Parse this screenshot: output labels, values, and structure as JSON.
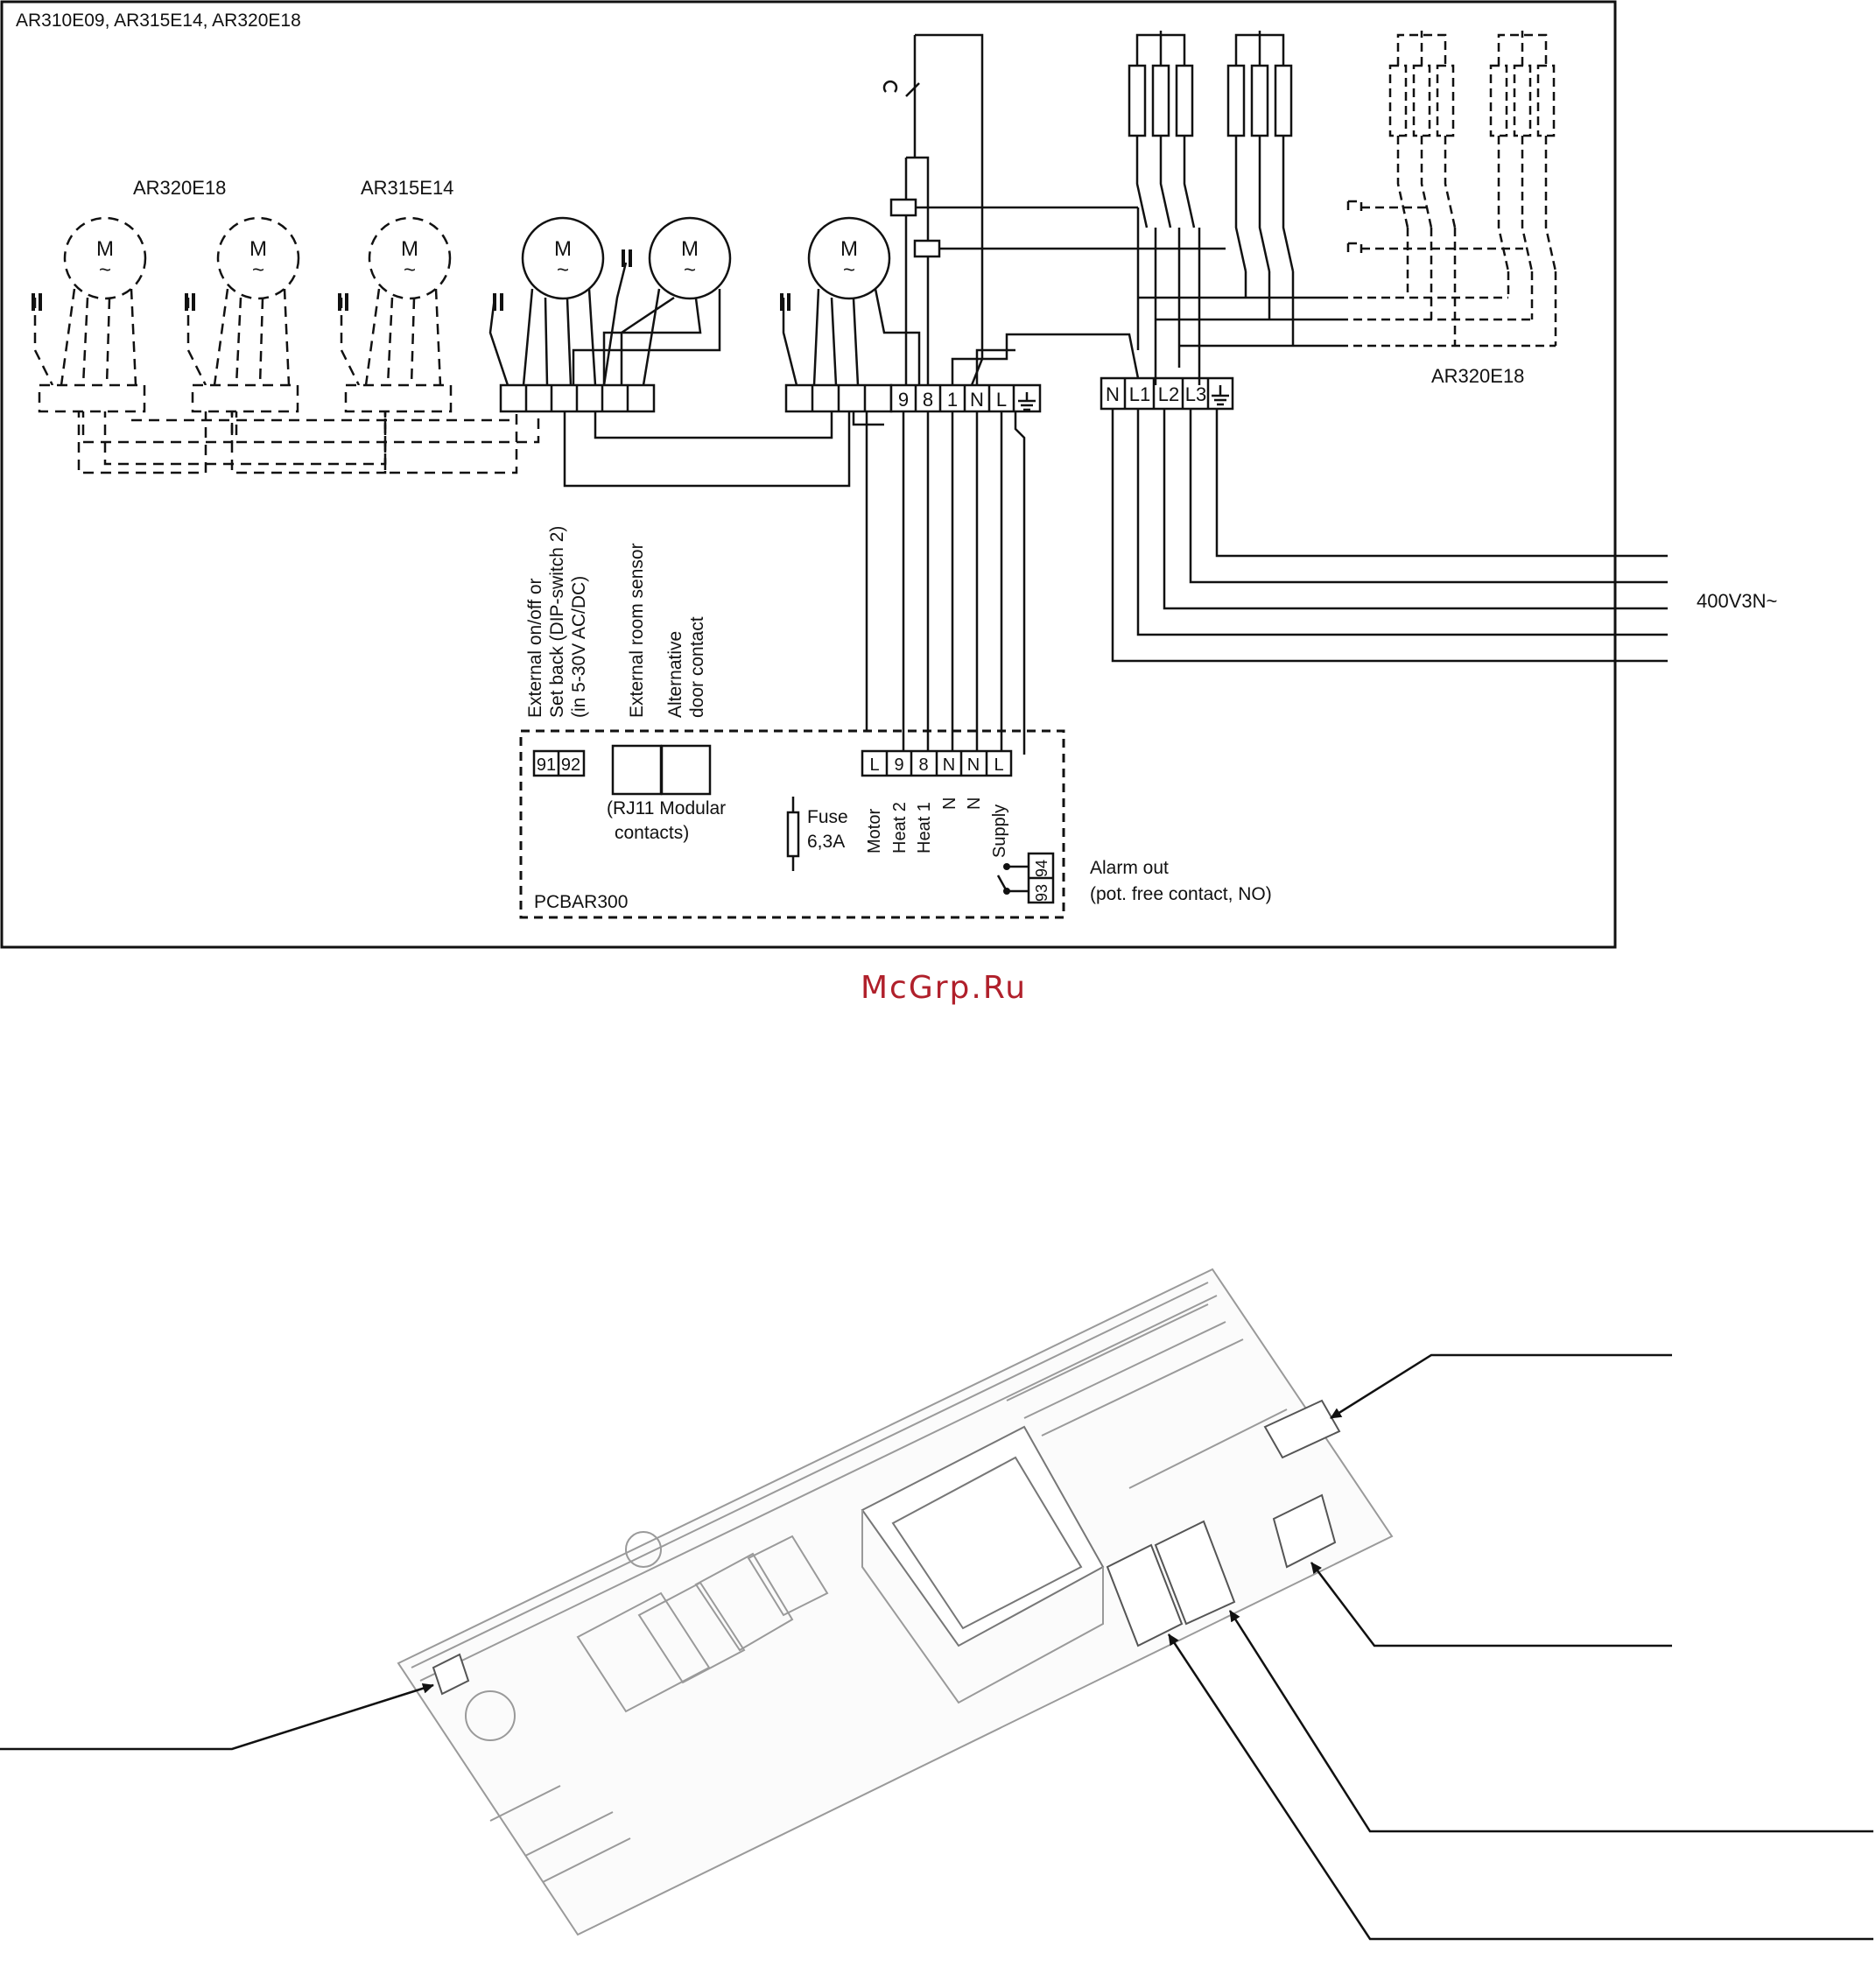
{
  "diagram": {
    "title": "AR310E09, AR315E14, AR320E18",
    "motor_symbol": "M",
    "ac_symbol": "~",
    "group_labels": {
      "ar320e18_motor": "AR320E18",
      "ar315e14_motor": "AR315E14",
      "ar320e18_heaters": "AR320E18"
    },
    "terminal_block_main": [
      "9",
      "8",
      "1",
      "N",
      "L"
    ],
    "terminal_block_supply": [
      "N",
      "L1",
      "L2",
      "L3"
    ],
    "supply_label": "400V3N~",
    "vertical_labels": [
      "External on/off or",
      "Set back (DIP-switch 2)",
      "(in 5-30V AC/DC)",
      "External room sensor",
      "Alternative",
      "door contact"
    ],
    "pcb": {
      "name": "PCBAR300",
      "terminals_9192": [
        "91",
        "92"
      ],
      "rj11_label_1": "(RJ11 Modular",
      "rj11_label_2": "contacts)",
      "fuse_label_1": "Fuse",
      "fuse_label_2": "6,3A",
      "bottom_terminals": [
        "L",
        "9",
        "8",
        "N",
        "N",
        "L"
      ],
      "bottom_labels": [
        "Motor",
        "Heat 2",
        "Heat 1",
        "N",
        "N",
        "Supply"
      ],
      "alarm_terminals": [
        "93",
        "94"
      ],
      "alarm_label_1": "Alarm out",
      "alarm_label_2": "(pot. free contact, NO)"
    }
  },
  "watermark": "McGrp.Ru"
}
